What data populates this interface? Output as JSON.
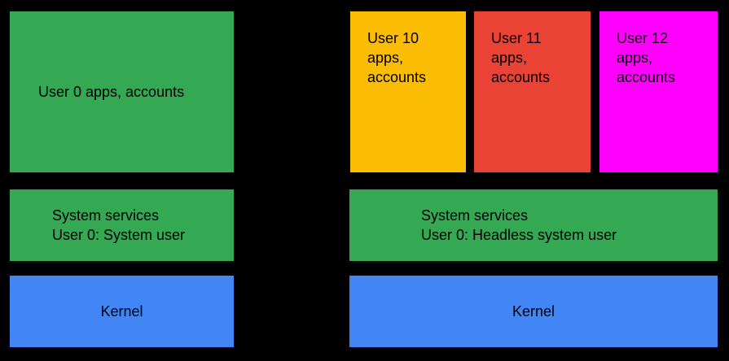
{
  "colors": {
    "background": "#000000",
    "text": "#000000",
    "green": "#34A853",
    "blue": "#4285F4",
    "yellow": "#FBBC04",
    "red": "#EA4335",
    "magenta": "#FF00FF"
  },
  "left_device": {
    "apps_box": {
      "label": "User 0 apps, accounts"
    },
    "system_services_box": {
      "lines": [
        "System services",
        "User 0: System user"
      ]
    },
    "kernel_box": {
      "label": "Kernel"
    }
  },
  "right_device": {
    "user_boxes": [
      {
        "text": "User 10 apps, accounts",
        "lines": [
          "User 10",
          "apps,",
          "accounts"
        ]
      },
      {
        "text": "User 11 apps, accounts",
        "lines": [
          "User 11",
          "apps,",
          "accounts"
        ]
      },
      {
        "text": "User 12 apps, accounts",
        "lines": [
          "User 12",
          "apps,",
          "accounts"
        ]
      }
    ],
    "system_services_box": {
      "lines": [
        "System services",
        "User 0: Headless system user"
      ]
    },
    "kernel_box": {
      "label": "Kernel"
    }
  }
}
